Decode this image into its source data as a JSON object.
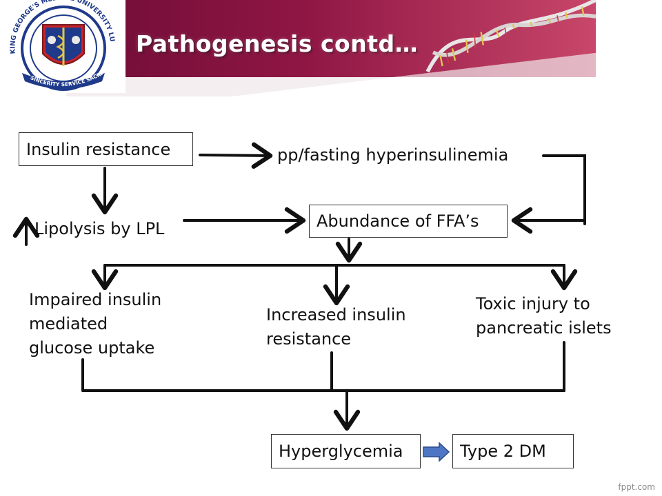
{
  "slide": {
    "title": "Pathogenesis contd…",
    "logo": {
      "arc_text": "KING GEORGE'S MEDICAL UNIVERSITY LUCKNOW INDIA",
      "motto": "SINCERITY SERVICE SACRIFICE"
    },
    "footer": "fppt.com"
  },
  "diagram": {
    "insulin_resistance": "Insulin resistance",
    "hyperinsulinemia": "pp/fasting hyperinsulinemia",
    "lipolysis": "Lipolysis by LPL",
    "ffa": "Abundance of FFA’s",
    "impaired_uptake": [
      "Impaired insulin",
      "mediated",
      "glucose uptake"
    ],
    "increased_resistance": [
      "Increased insulin",
      "resistance"
    ],
    "toxic_injury": [
      "Toxic injury to",
      "pancreatic islets"
    ],
    "hyperglycemia": "Hyperglycemia",
    "type2dm": "Type 2 DM"
  },
  "colors": {
    "header_dark": "#7a0f3a",
    "header_light": "#c23d63",
    "arrow": "#111111",
    "block_arrow": "#4f76c4"
  }
}
